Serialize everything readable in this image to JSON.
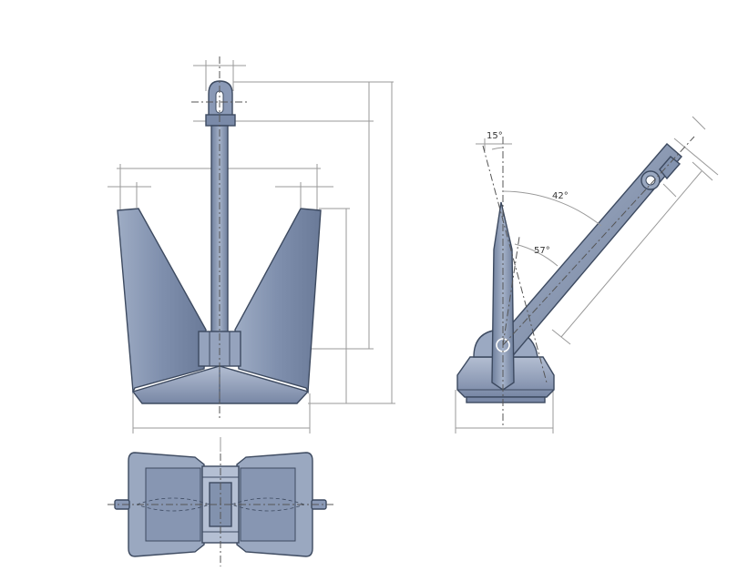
{
  "colors": {
    "steel_light": "#aab6cc",
    "steel_mid": "#8494b0",
    "steel_dark": "#5e6d8a",
    "outline": "#3d4a60",
    "dimension": "#9a9a9a",
    "centerline": "#555555",
    "background": "#ffffff"
  },
  "views": {
    "front": {
      "id": "front-elevation"
    },
    "side": {
      "id": "side-elevation"
    },
    "plan": {
      "id": "plan-view"
    }
  },
  "angles": {
    "a15": "15°",
    "a42": "42°",
    "a57": "57°"
  }
}
